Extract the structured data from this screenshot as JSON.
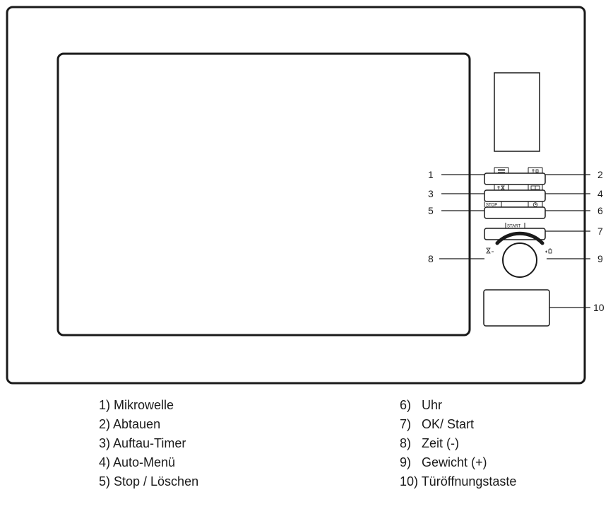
{
  "callouts": [
    "1",
    "2",
    "3",
    "4",
    "5",
    "6",
    "7",
    "8",
    "9",
    "10"
  ],
  "buttons": {
    "stop_label": "STOP",
    "start_label": "START"
  },
  "legend": {
    "left": [
      "1) Mikrowelle",
      "2) Abtauen",
      "3) Auftau-Timer",
      "4) Auto-Menü",
      "5) Stop / Löschen"
    ],
    "right": [
      "6)   Uhr",
      "7)   OK/ Start",
      "8)   Zeit (-)",
      "9)   Gewicht (+)",
      "10) Türöffnungstaste"
    ]
  },
  "icons": [
    "microwave-icon",
    "defrost-weight-icon",
    "defrost-timer-icon",
    "auto-menu-icon",
    "clock-icon",
    "hourglass-icon",
    "weight-icon"
  ],
  "colors": {
    "line": "#1a1a1a",
    "background": "#ffffff"
  }
}
